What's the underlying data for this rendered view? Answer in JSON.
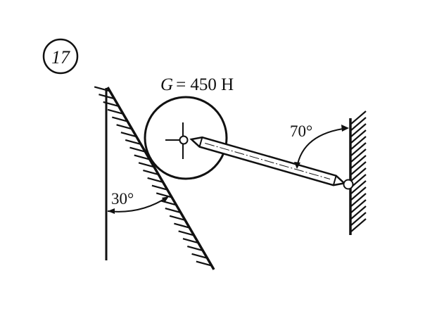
{
  "problem_number": "17",
  "load_label": "G = 450 H",
  "load_symbol": "G",
  "load_value": "= 450 H",
  "angle_incline": "30°",
  "angle_rod": "70°",
  "colors": {
    "ink": "#111111",
    "background": "#ffffff"
  }
}
